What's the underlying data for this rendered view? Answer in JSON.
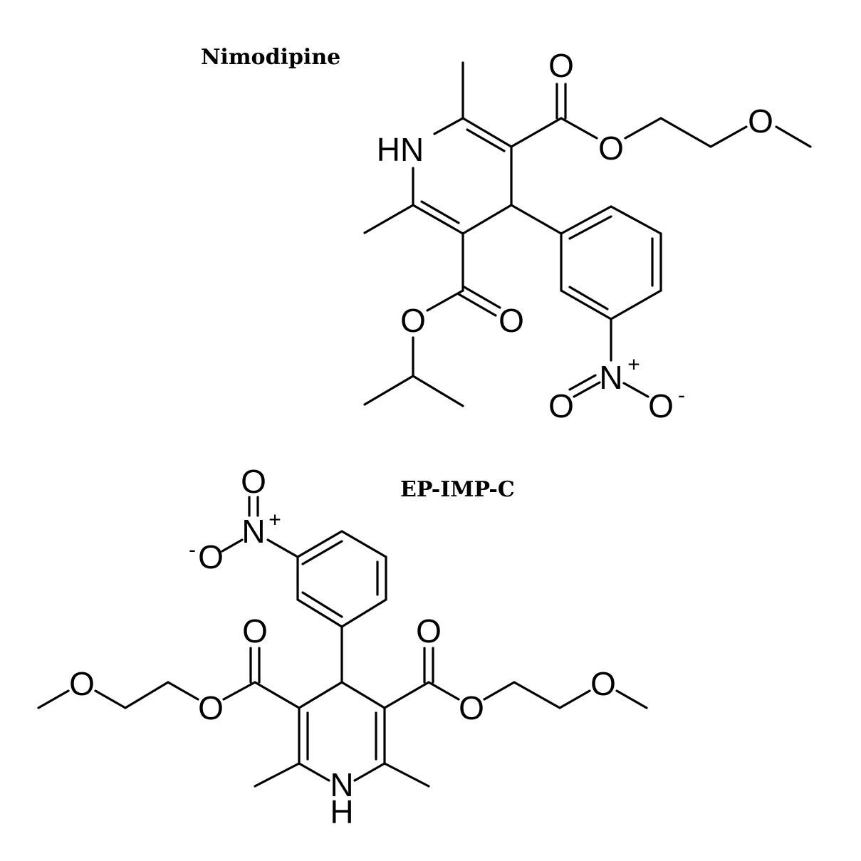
{
  "molecules": [
    {
      "name": "Nimodipine",
      "atoms": {
        "nh": "HN",
        "o_carbonyl_top": "O",
        "o_ester_top": "O",
        "o_ether_top": "O",
        "o_ester_bottom": "O",
        "o_carbonyl_bottom": "O",
        "nitro_n": "N",
        "nitro_n_charge": "+",
        "nitro_o_left": "O",
        "nitro_o_right": "O",
        "nitro_o_right_charge": "-"
      }
    },
    {
      "name": "EP-IMP-C",
      "atoms": {
        "nitro_o_top": "O",
        "nitro_n": "N",
        "nitro_n_charge": "+",
        "nitro_o_left_charge": "-",
        "nitro_o_left": "O",
        "o_carbonyl_left": "O",
        "o_carbonyl_right": "O",
        "o_ether_left": "O",
        "o_ester_left": "O",
        "o_ester_right": "O",
        "o_ether_right": "O",
        "ring_n": "N",
        "ring_h": "H"
      }
    }
  ]
}
